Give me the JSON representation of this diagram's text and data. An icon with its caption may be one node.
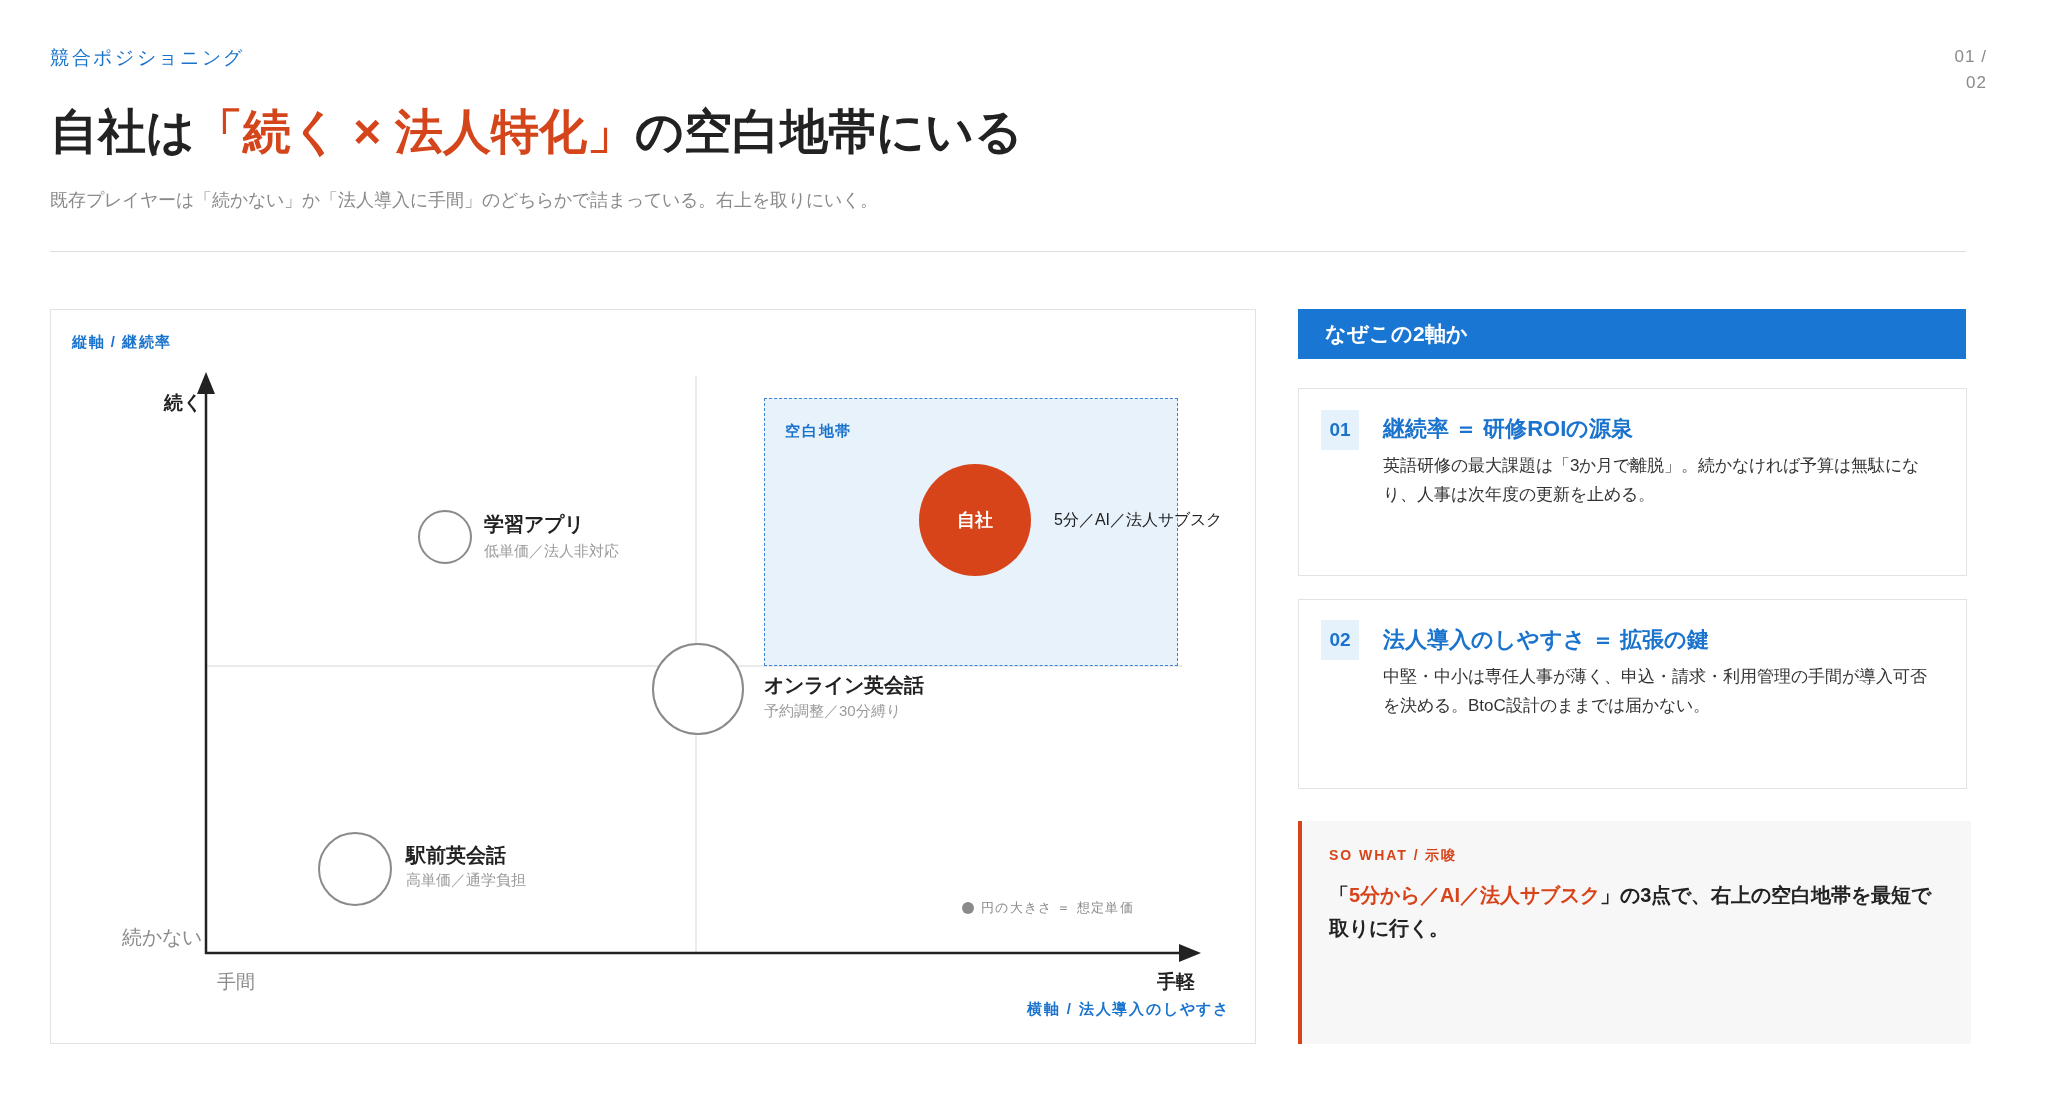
{
  "diagram": {
    "title": "自社は**「続く × 法人特化」**の空白地帯にいる",
    "nodes": [
      {
        "text": [
          "空白地帯"
        ]
      },
      {
        "text": [
          "自社"
        ],
        "in": 0,
        "beside": [
          "5分／AI／法人サブスク"
        ]
      },
      {
        "text": [],
        "shape": "circle",
        "beside": [
          "学習アプリ",
          "低単価／法人非対応"
        ]
      },
      {
        "text": [],
        "shape": "circle",
        "beside": [
          "オンライン英会話",
          "予約調整／30分縛り"
        ]
      },
      {
        "text": [],
        "shape": "circle",
        "beside": [
          "駅前英会話",
          "高単価／通学負担"
        ]
      },
      {
        "text": [
          "なぜこの2軸か"
        ]
      },
      {
        "text": [
          "継続率 ＝ 研修ROIの源泉",
          "英語研修の最大課題は「3か月で離脱」。続かなければ予算は無駄になり、人事は次年度の更新を止める。"
        ]
      },
      {
        "text": [
          "01"
        ],
        "in": 6
      },
      {
        "text": [
          "法人導入のしやすさ ＝ 拡張の鍵",
          "中堅・中小は専任人事が薄く、申込・請求・利用管理の手間が導入可否を決める。BtoC設計のままでは届かない。"
        ]
      },
      {
        "text": [
          "02"
        ],
        "in": 8
      },
      {
        "text": [
          "SO WHAT / 示唆",
          "「**5分から／AI／法人サブスク**」の3点で、右上の空白地帯を最短で取りに行く。"
        ]
      }
    ],
    "labels": [
      "競合ポジショニング",
      "01 / 02",
      "既存プレイヤーは「続かない」か「法人導入に手間」のどちらかで詰まっている。右上を取りにいく。",
      "縦軸 / 継続率",
      "続く",
      "続かない",
      "手間",
      "手軽",
      "横軸 / 法人導入のしやすさ"
    ],
    "legend": [
      {
        "text": "円の大きさ ＝ 想定単価",
        "color": "#8a8a8a"
      }
    ]
  }
}
